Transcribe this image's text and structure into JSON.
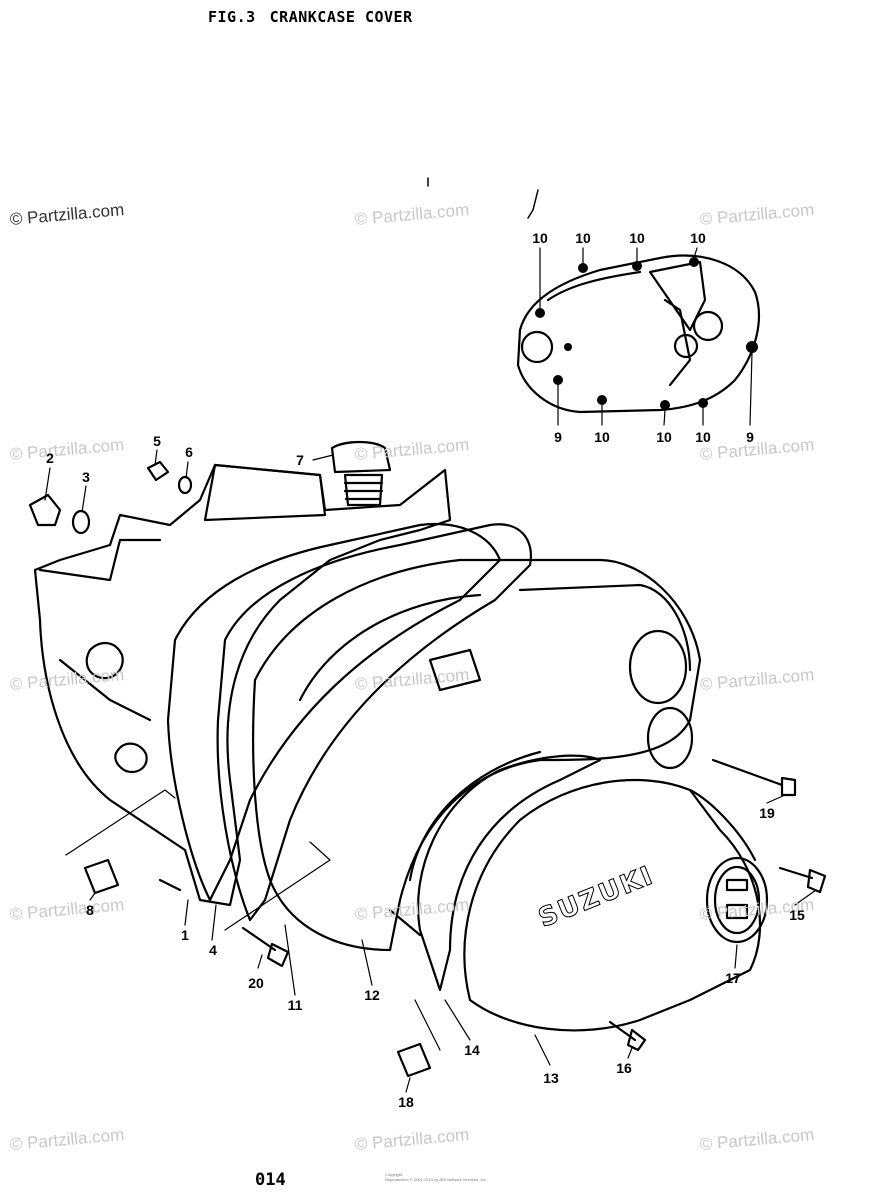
{
  "header": {
    "fig_label": "FIG.3",
    "title": "CRANKCASE COVER"
  },
  "watermark": "© Partzilla.com",
  "callouts": {
    "c1": "1",
    "c2": "2",
    "c3": "3",
    "c4": "4",
    "c5": "5",
    "c6": "6",
    "c7": "7",
    "c8": "8",
    "c11": "11",
    "c12": "12",
    "c13": "13",
    "c14": "14",
    "c15": "15",
    "c16": "16",
    "c17": "17",
    "c18": "18",
    "c19": "19",
    "c20": "20",
    "inset_top": [
      "10",
      "10",
      "10",
      "10"
    ],
    "inset_bottom": [
      "9",
      "10",
      "10",
      "10",
      "9"
    ]
  },
  "badge_text": "SUZUKI",
  "footer": {
    "page_number": "014",
    "fine_print_1": "Copyright",
    "fine_print_2": "Reproduction © 2001-2015 by ARI Network Services, Inc."
  }
}
